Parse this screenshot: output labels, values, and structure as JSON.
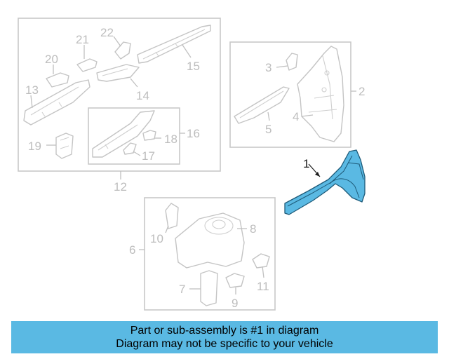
{
  "callouts": {
    "c1": "1",
    "c2": "2",
    "c3": "3",
    "c4": "4",
    "c5": "5",
    "c6": "6",
    "c7": "7",
    "c8": "8",
    "c9": "9",
    "c10": "10",
    "c11": "11",
    "c12": "12",
    "c13": "13",
    "c14": "14",
    "c15": "15",
    "c16": "16",
    "c17": "17",
    "c18": "18",
    "c19": "19",
    "c20": "20",
    "c21": "21",
    "c22": "22"
  },
  "highlight_color": "#5ab9e3",
  "banner": {
    "line1": "Part or sub-assembly is #1 in diagram",
    "line2": "Diagram may not be specific to your vehicle"
  }
}
